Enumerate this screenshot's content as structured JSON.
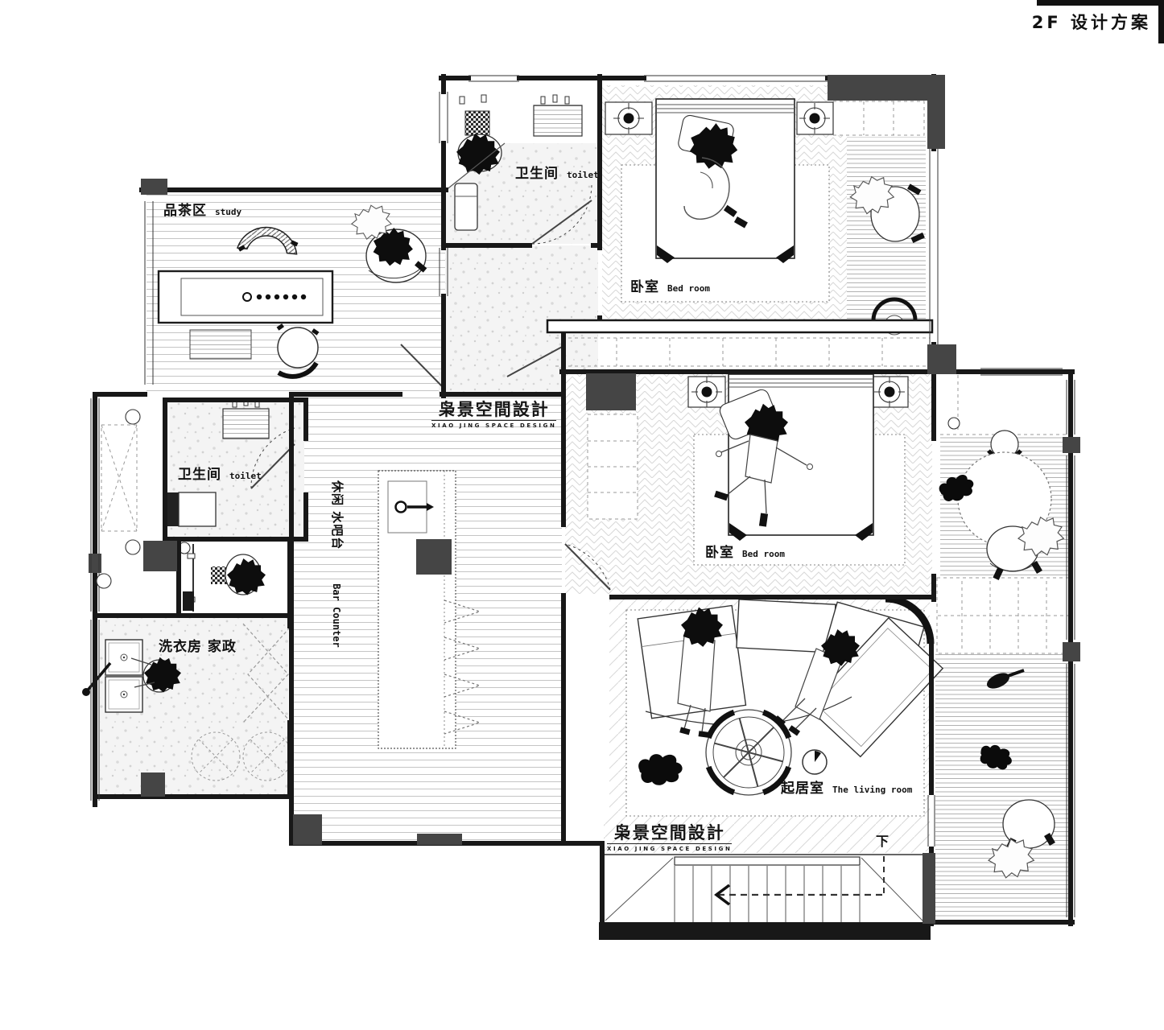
{
  "title": "2F 设计方案",
  "brand": {
    "cn": "枭景空間設計",
    "en": "XIAO JING SPACE DESIGN"
  },
  "rooms": {
    "study": {
      "cn": "品茶区",
      "en": "study"
    },
    "toilet_top": {
      "cn": "卫生间",
      "en": "toilet"
    },
    "bedroom_top": {
      "cn": "卧室",
      "en": "Bed room"
    },
    "toilet_left": {
      "cn": "卫生间",
      "en": "toilet"
    },
    "bar": {
      "cn": "休闲 水吧台",
      "en": "Bar Counter"
    },
    "laundry": {
      "cn": "洗衣房 家政"
    },
    "bedroom_mid": {
      "cn": "卧室",
      "en": "Bed room"
    },
    "living": {
      "cn": "起居室",
      "en": "The living room"
    },
    "stairs_down": "下"
  },
  "colors": {
    "wall": "#181818",
    "pier": "#454545",
    "floor_line": "#c2c2c2"
  }
}
